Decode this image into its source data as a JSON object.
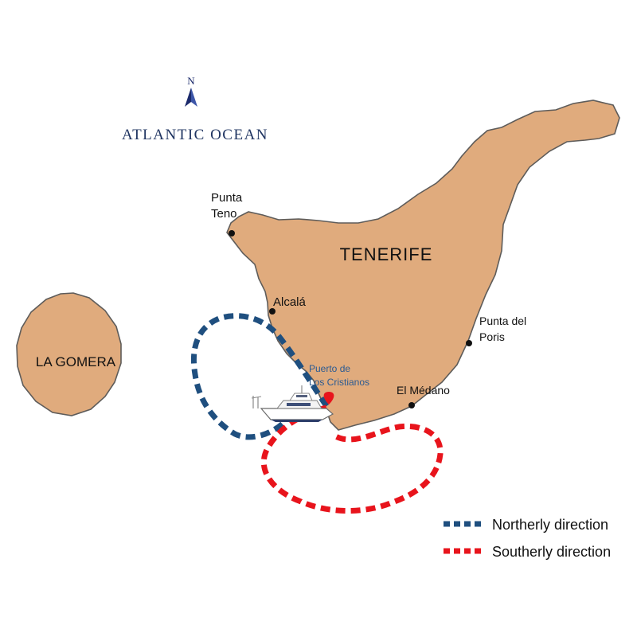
{
  "compass": {
    "letter": "N",
    "color": "#1b2a6b"
  },
  "ocean": {
    "label": "ATLANTIC OCEAN",
    "color": "#1f3461"
  },
  "islands": {
    "tenerife": {
      "label": "TENERIFE"
    },
    "la_gomera": {
      "label": "LA GOMERA"
    }
  },
  "places": {
    "punta_teno": {
      "line1": "Punta",
      "line2": "Teno"
    },
    "alcala": {
      "label": "Alcalá"
    },
    "punta_del_poris": {
      "line1": "Punta del",
      "line2": "Poris"
    },
    "el_medano": {
      "label": "El Médano"
    },
    "puerto": {
      "line1": "Puerto de",
      "line2": "Los Cristianos",
      "color": "#2a5a92"
    }
  },
  "colors": {
    "land": "#e0ab7d",
    "coast": "#5e5c5a",
    "northerly": "#1f4f7f",
    "southerly": "#e8141c",
    "port_marker": "#e8141c"
  },
  "icons": {
    "boat": "boat-icon",
    "compass": "north-arrow-icon",
    "port": "port-marker-icon"
  },
  "legend": [
    {
      "id": "northerly",
      "label": "Northerly direction",
      "color": "#1f4f7f"
    },
    {
      "id": "southerly",
      "label": "Southerly direction",
      "color": "#e8141c"
    }
  ]
}
